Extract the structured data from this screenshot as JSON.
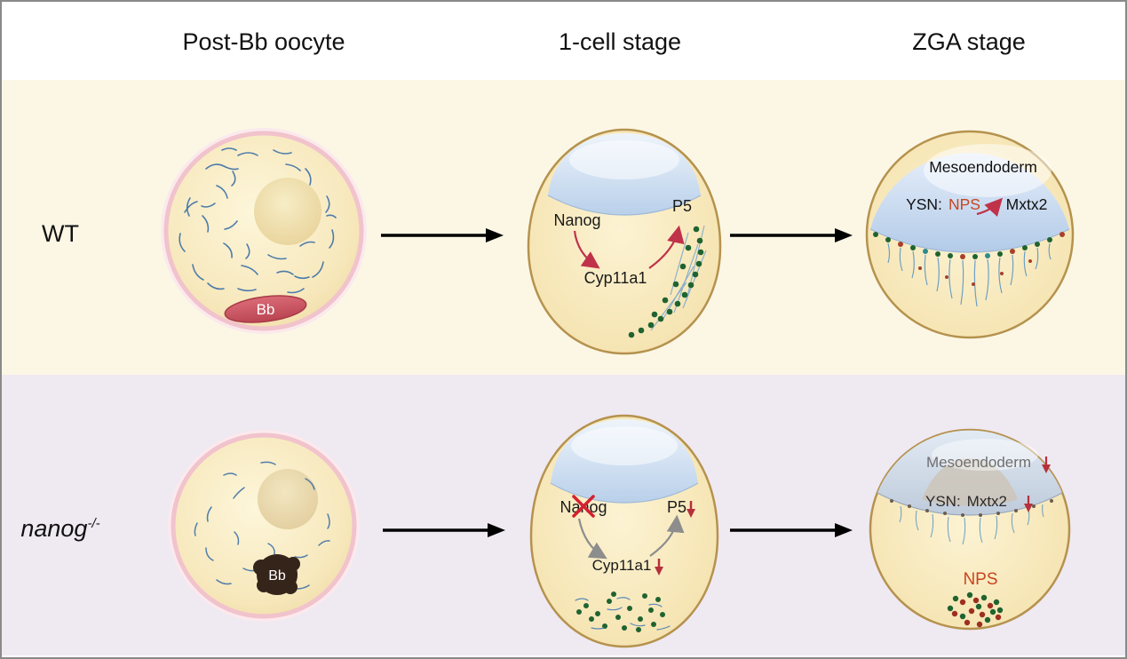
{
  "header": {
    "col_oocyte": "Post-Bb oocyte",
    "col_onecell": "1-cell stage",
    "col_zga": "ZGA stage"
  },
  "wt": {
    "row_label": "WT",
    "oocyte": {
      "bb": "Bb"
    },
    "one_cell": {
      "nanog": "Nanog",
      "p5": "P5",
      "cyp11a1": "Cyp11a1"
    },
    "zga": {
      "mesoendoderm": "Mesoendoderm",
      "ysn": "YSN:",
      "nps": "NPS",
      "mxtx2": "Mxtx2"
    }
  },
  "mutant": {
    "row_label_gene": "nanog",
    "row_label_sup": "-/-",
    "oocyte": {
      "bb": "Bb"
    },
    "one_cell": {
      "nanog": "Nanog",
      "p5": "P5",
      "cyp11a1": "Cyp11a1"
    },
    "zga": {
      "mesoendoderm": "Mesoendoderm",
      "ysn": "YSN:",
      "mxtx2": "Mxtx2",
      "nps": "NPS"
    }
  },
  "colors": {
    "wt_band": "#fcf7e5",
    "mutant_band": "#efe9f2",
    "accent_red_arrow": "#c0324a",
    "decrease_arrow_red": "#b5303c",
    "nps_orange": "#c8451f",
    "rna_blue": "#3f72a8",
    "granule_green": "#1f6330",
    "yolk_cream": "#f7e8bc",
    "dome_blue": "#bcd4ec"
  }
}
